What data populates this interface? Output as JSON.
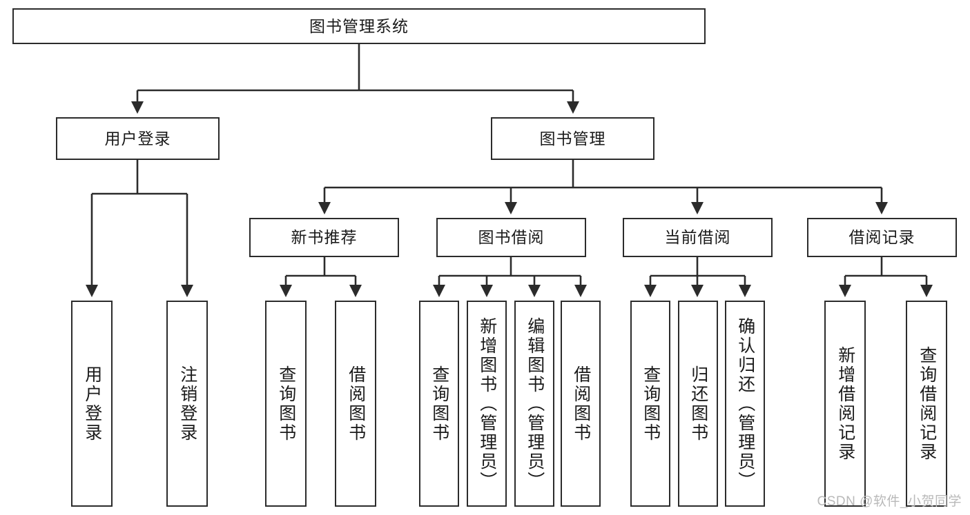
{
  "diagram": {
    "title": "图书管理系统",
    "type": "tree-hierarchy-chart",
    "watermark": "CSDN @软件_小贺同学",
    "colors": {
      "box_border": "#2b2b2b",
      "box_fill": "#ffffff",
      "connector": "#2b2b2b",
      "text": "#1a1a1a",
      "background": "#ffffff",
      "watermark": "#b9b9b9"
    }
  },
  "nodes": {
    "root": {
      "label": "图书管理系统",
      "level": 1,
      "orientation": "horizontal"
    },
    "l2": [
      {
        "id": "user-login",
        "label": "用户登录",
        "orientation": "horizontal"
      },
      {
        "id": "book-manage",
        "label": "图书管理",
        "orientation": "horizontal"
      }
    ],
    "l3": [
      {
        "id": "new-book-recommend",
        "label": "新书推荐",
        "orientation": "horizontal"
      },
      {
        "id": "book-borrow",
        "label": "图书借阅",
        "orientation": "horizontal"
      },
      {
        "id": "current-borrow",
        "label": "当前借阅",
        "orientation": "horizontal"
      },
      {
        "id": "borrow-record",
        "label": "借阅记录",
        "orientation": "horizontal"
      }
    ],
    "leaves": {
      "user_login": [
        {
          "id": "leaf-user-login",
          "label": "用户登录",
          "orientation": "vertical"
        },
        {
          "id": "leaf-logout",
          "label": "注销登录",
          "orientation": "vertical"
        }
      ],
      "new_book_recommend": [
        {
          "id": "leaf-query-book-1",
          "label": "查询图书",
          "orientation": "vertical"
        },
        {
          "id": "leaf-borrow-book-1",
          "label": "借阅图书",
          "orientation": "vertical"
        }
      ],
      "book_borrow": [
        {
          "id": "leaf-query-book-2",
          "label": "查询图书",
          "orientation": "vertical"
        },
        {
          "id": "leaf-add-book",
          "label": "新增图书（管理员）",
          "orientation": "vertical"
        },
        {
          "id": "leaf-edit-book",
          "label": "编辑图书（管理员）",
          "orientation": "vertical"
        },
        {
          "id": "leaf-borrow-book-2",
          "label": "借阅图书",
          "orientation": "vertical"
        }
      ],
      "current_borrow": [
        {
          "id": "leaf-query-book-3",
          "label": "查询图书",
          "orientation": "vertical"
        },
        {
          "id": "leaf-return-book",
          "label": "归还图书",
          "orientation": "vertical"
        },
        {
          "id": "leaf-confirm-return",
          "label": "确认归还（管理员）",
          "orientation": "vertical"
        }
      ],
      "borrow_record": [
        {
          "id": "leaf-add-record",
          "label": "新增借阅记录",
          "orientation": "vertical"
        },
        {
          "id": "leaf-query-record",
          "label": "查询借阅记录",
          "orientation": "vertical"
        }
      ]
    }
  }
}
